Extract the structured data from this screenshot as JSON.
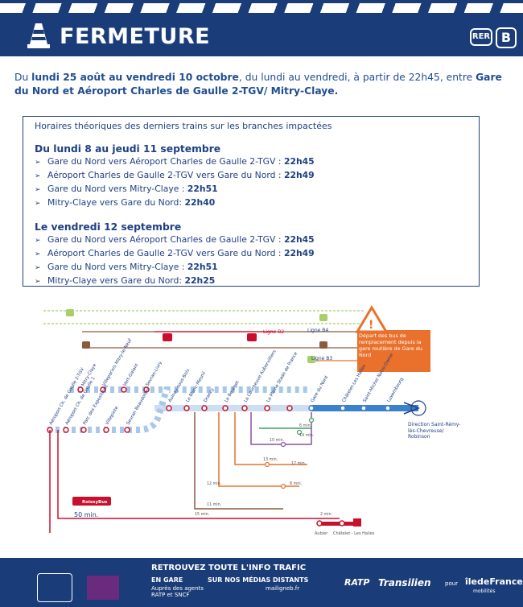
{
  "header": {
    "title": "FERMETURE",
    "badge_rer": "RER",
    "badge_line": "B",
    "colors": {
      "background": "#1a3c78",
      "accent": "#ffffff"
    }
  },
  "intro": {
    "part1": "Du ",
    "dates": "lundi 25 août au vendredi 10 octobre",
    "part2": ", du lundi au vendredi, à partir de 22h45, entre ",
    "from": "Gare du Nord et Aéroport Charles de Gaulle 2-TGV/ Mitry-Claye."
  },
  "schedule": {
    "heading": "Horaires théoriques des derniers trains sur les branches impactées",
    "period1": {
      "title": "Du lundi 8 au jeudi 11 septembre",
      "rows": [
        {
          "route": "Gare du Nord vers Aéroport Charles de Gaulle 2-TGV : ",
          "time": "22h45"
        },
        {
          "route": "Aéroport Charles de Gaulle 2-TGV vers Gare du Nord : ",
          "time": "22h49"
        },
        {
          "route": "Gare du Nord vers Mitry-Claye : ",
          "time": "22h51"
        },
        {
          "route": "Mitry-Claye vers Gare du Nord: ",
          "time": "22h40"
        }
      ]
    },
    "period2": {
      "title": "Le vendredi 12 septembre",
      "rows": [
        {
          "route": "Gare du Nord vers Aéroport Charles de Gaulle 2-TGV : ",
          "time": "22h45"
        },
        {
          "route": "Aéroport Charles de Gaulle 2-TGV vers Gare du Nord : ",
          "time": "22h49"
        },
        {
          "route": "Gare du Nord vers Mitry-Claye : ",
          "time": "22h51"
        },
        {
          "route": "Mitry-Claye vers Gare du Nord: ",
          "time": "22h25"
        }
      ]
    }
  },
  "map": {
    "lines": {
      "b4": "Ligne B4",
      "b2": "Ligne B2",
      "b3": "Ligne B3"
    },
    "warning": "Départ des bus de remplacement depuis la gare routière de Gare du Nord",
    "stations_top": [
      "Mitry-Claye",
      "Villeparisis Mitry-le-Neuf",
      "Vert-Galant",
      "Sevran-Livry",
      "Aulnay-sous-Bois",
      "Le Blanc-Mesnil",
      "Drancy",
      "Le Bourget",
      "La Courneuve Aubervilliers",
      "La Plaine Stade de France",
      "Gare du Nord",
      "Châtelet-Les Halles",
      "Saint-Michel Notre-Dame",
      "Luxembourg"
    ],
    "stations_left": [
      "Aéroport Ch. de Gaulle 2-TGV",
      "Aéroport Ch. de Gaulle 1",
      "Parc des Expositions",
      "Villepinte",
      "Sevran Beaudottes"
    ],
    "direction": "Direction Saint-Rémy-lès-Chevreuse/ Robinson",
    "roissybus": "RoissyBus",
    "roissybus_time": "50 min.",
    "bottom_labels": [
      "Aubier",
      "Châtelet - Les Halles"
    ],
    "times": [
      "14 min.",
      "10 min.",
      "13 min.",
      "8 min.",
      "12 min.",
      "11 min.",
      "17 min.",
      "15 min.",
      "6 min.",
      "2 min."
    ],
    "colors": {
      "rer": "#3a82cf",
      "bus": "#c8102e",
      "warning": "#e9712b"
    }
  },
  "footer": {
    "headline": "RETROUVEZ TOUTE L'INFO TRAFIC",
    "col1_title": "EN GARE",
    "col1_text": "Auprès des agents RATP et SNCF",
    "col2_title": "SUR NOS MÉDIAS DISTANTS",
    "col2_text": "mailigneb.fr",
    "brand1": "RATP",
    "brand2": "Transilien",
    "pour": "pour",
    "brand3": "îledeFrance",
    "brand3_sub": "mobilités"
  }
}
